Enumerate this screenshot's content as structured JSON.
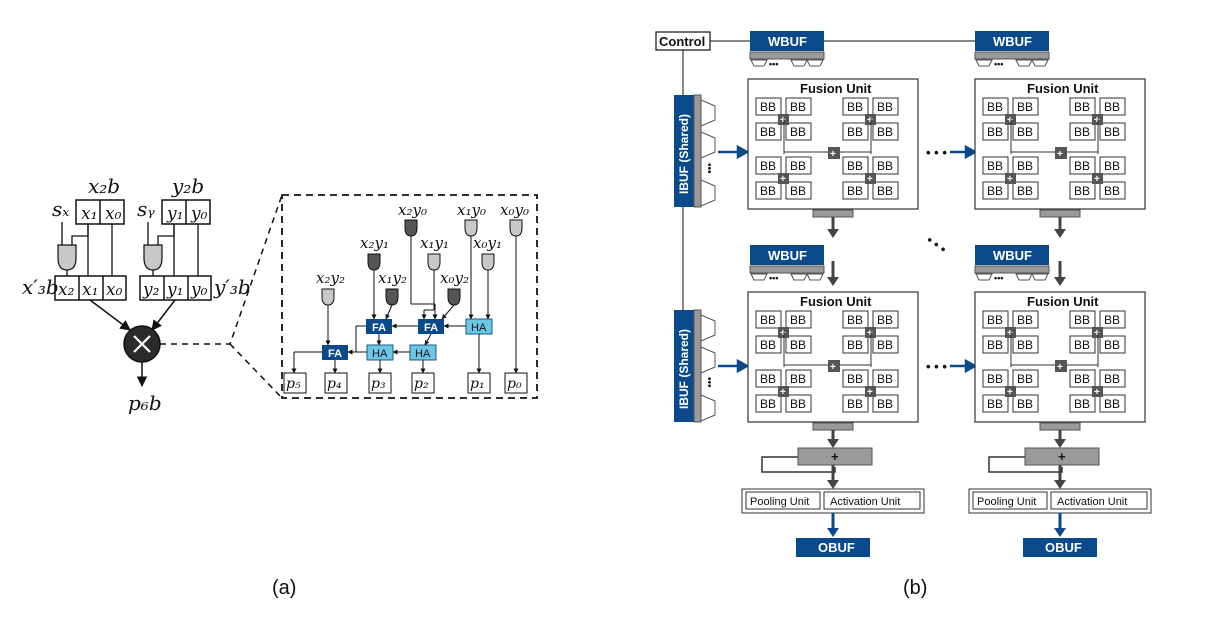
{
  "colors": {
    "dark_blue": "#0a4a8a",
    "light_blue": "#6ec6e6",
    "gate_light": "#c8c8c8",
    "gate_dark": "#555555",
    "gray_bar": "#9a9a9a"
  },
  "panel_a": {
    "caption": "(a)",
    "x2b": "x₂b",
    "y2b": "y₂b",
    "sx": "sₓ",
    "sy": "sᵧ",
    "x_top": [
      "x₁",
      "x₀"
    ],
    "y_top": [
      "y₁",
      "y₀"
    ],
    "x3b_prime": "x′₃b",
    "y3b_prime": "y′₃b",
    "x_bottom": [
      "x₂",
      "x₁",
      "x₀"
    ],
    "y_bottom": [
      "y₂",
      "y₁",
      "y₀"
    ],
    "mult_icon": "multiply-circle-icon",
    "p6b": "p₆b",
    "zoom": {
      "products": {
        "x2y0": "x₂y₀",
        "x1y0": "x₁y₀",
        "x0y0": "x₀y₀",
        "x2y1": "x₂y₁",
        "x1y1": "x₁y₁",
        "x0y1": "x₀y₁",
        "x1y2": "x₁y₂",
        "x0y2": "x₀y₂",
        "x2y2": "x₂y₂"
      },
      "fa_label": "FA",
      "ha_label": "HA",
      "outputs": [
        "p₅",
        "p₄",
        "p₃",
        "p₂",
        "p₁",
        "p₀"
      ]
    }
  },
  "panel_b": {
    "caption": "(b)",
    "control": "Control",
    "wbuf": "WBUF",
    "ibuf": "IBUF (Shared)",
    "fusion_unit": "Fusion Unit",
    "bb": "BB",
    "plus": "+",
    "ellipsis": "• • •",
    "pooling_unit": "Pooling Unit",
    "activation_unit": "Activation Unit",
    "obuf": "OBUF"
  }
}
